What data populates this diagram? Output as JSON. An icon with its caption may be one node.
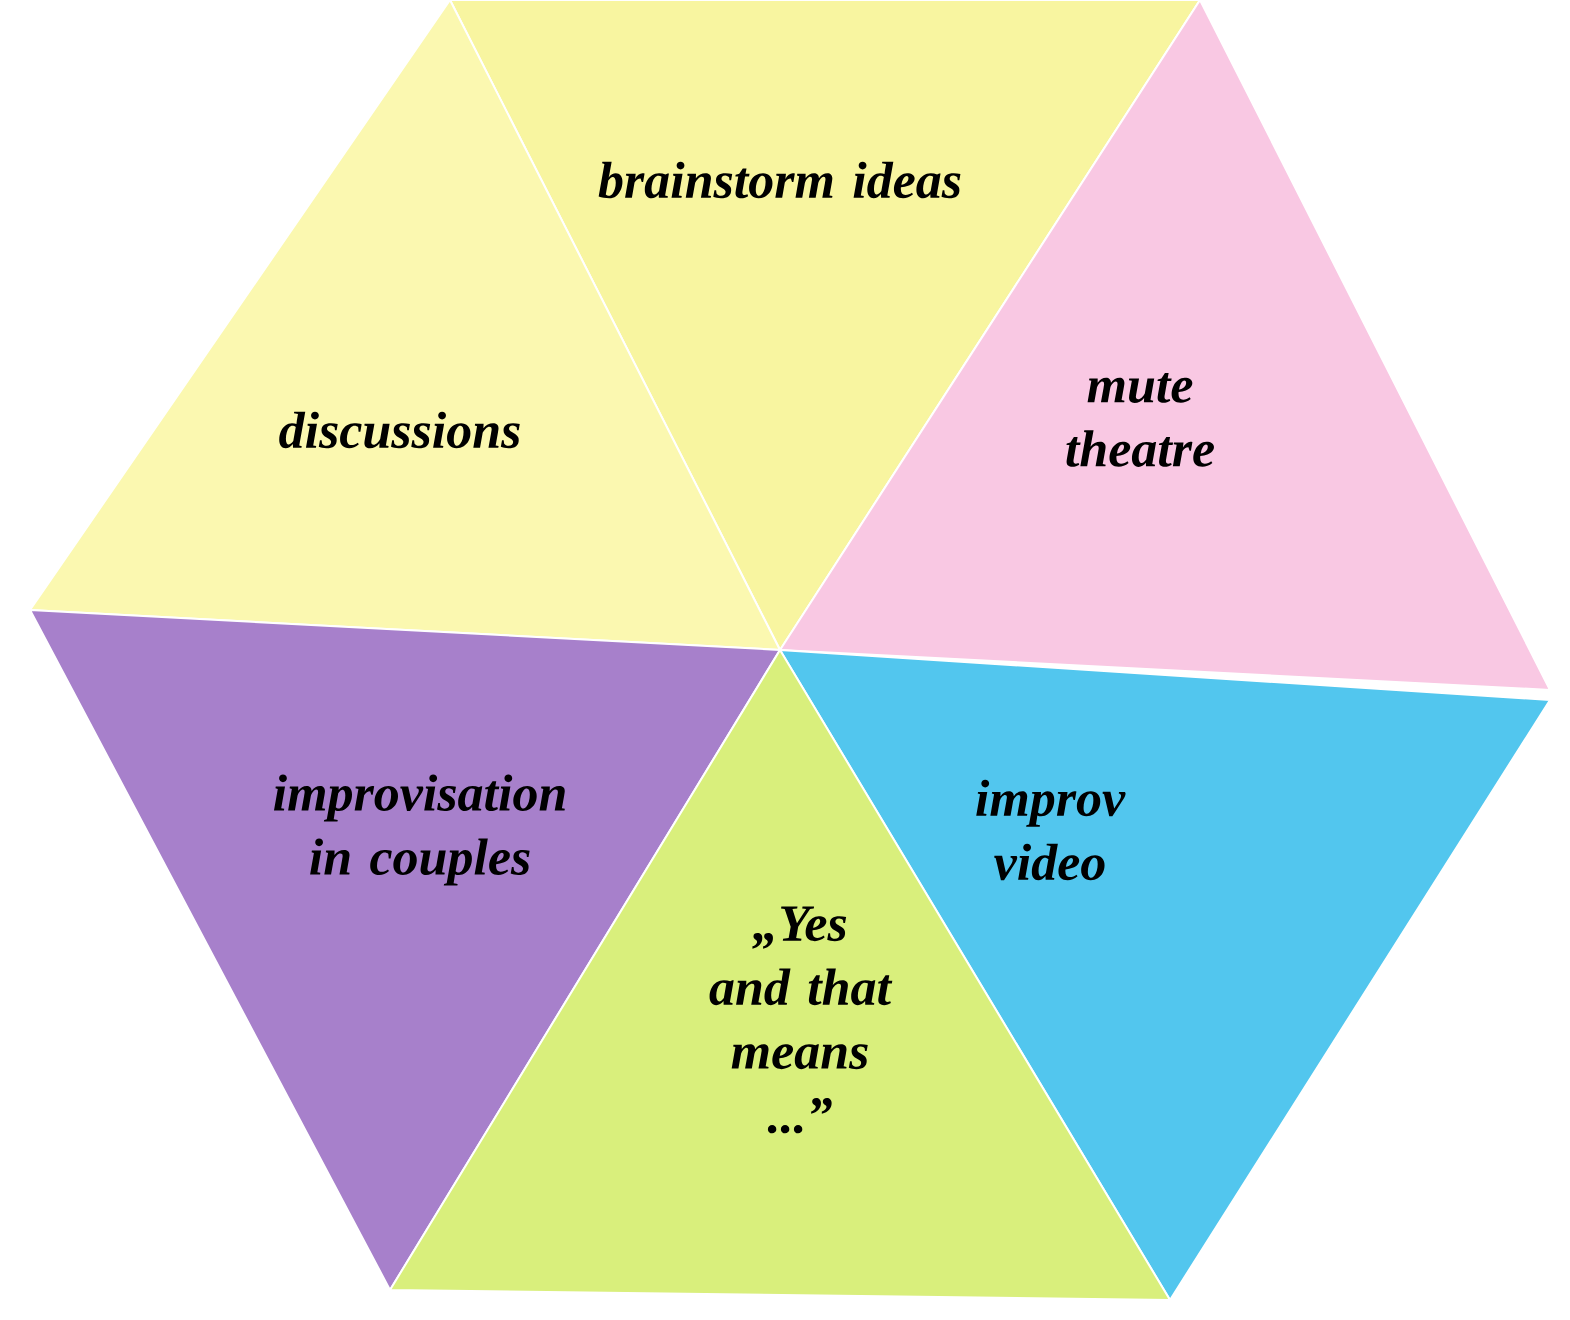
{
  "diagram": {
    "nodes": [
      {
        "text": [
          "brainstorm ideas"
        ]
      },
      {
        "text": [
          "mute theatre"
        ]
      },
      {
        "text": [
          "discussions"
        ]
      },
      {
        "text": [
          "improvisation in couples"
        ]
      },
      {
        "text": [
          "improv video"
        ]
      },
      {
        "text": [
          "„Yes and that means ...”"
        ]
      }
    ]
  }
}
